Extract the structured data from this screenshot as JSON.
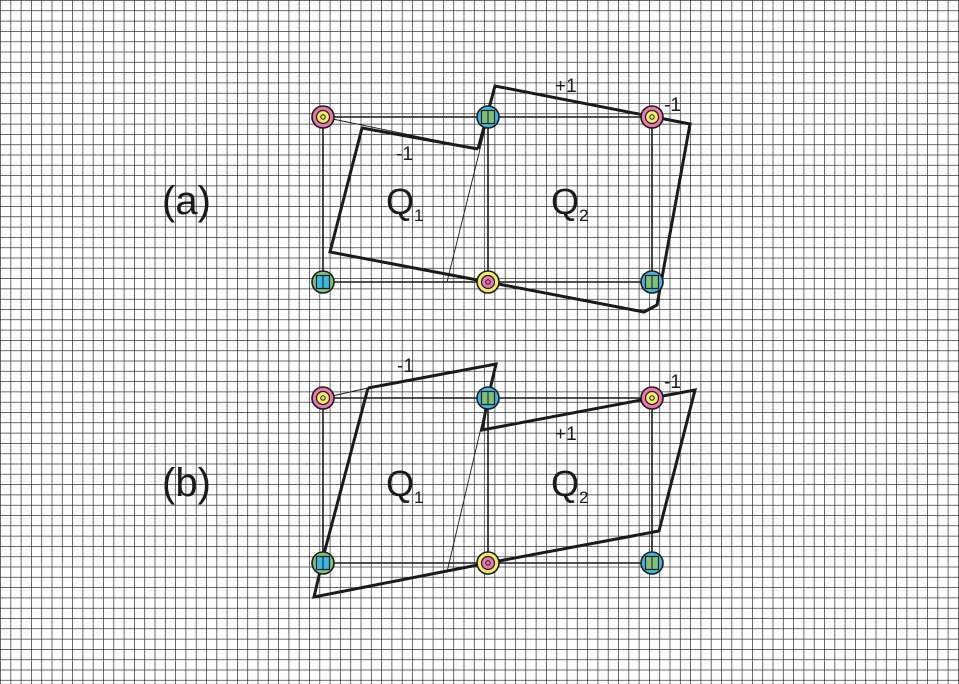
{
  "colors": {
    "grid": "#3a3a3a",
    "line": "#1a1a1a",
    "pink": "#ec77b0",
    "yellow": "#f3ec6a",
    "green": "#7fc07c",
    "cyan": "#39b9e4"
  },
  "node_types": {
    "corner-pink": "pink ring node with yellow core",
    "corner-green": "green ring node with cyan square",
    "mid-cyan": "cyan ring node with green square",
    "mid-yellow": "yellow ring node with pink core"
  },
  "panels": [
    {
      "label": "(a)",
      "quad_labels": [
        {
          "main": "Q",
          "sub": "1"
        },
        {
          "main": "Q",
          "sub": "2"
        }
      ],
      "edge_labels": [
        "-1",
        "+1",
        "-1"
      ]
    },
    {
      "label": "(b)",
      "quad_labels": [
        {
          "main": "Q",
          "sub": "1"
        },
        {
          "main": "Q",
          "sub": "2"
        }
      ],
      "edge_labels": [
        "-1",
        "-1",
        "+1"
      ]
    }
  ]
}
